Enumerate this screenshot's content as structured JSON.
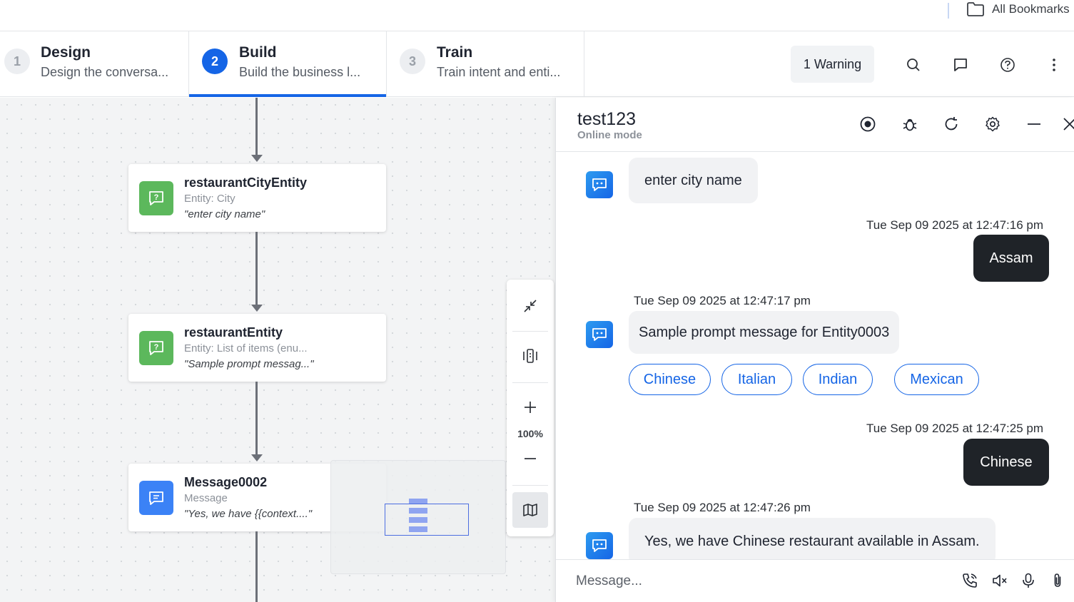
{
  "bookmarks_bar": {
    "label": "All Bookmarks",
    "icon": "folder-icon"
  },
  "steps": [
    {
      "num": "1",
      "title": "Design",
      "subtitle": "Design the conversa..."
    },
    {
      "num": "2",
      "title": "Build",
      "subtitle": "Build the business l..."
    },
    {
      "num": "3",
      "title": "Train",
      "subtitle": "Train intent and enti..."
    }
  ],
  "toolbar": {
    "warning_label": "1 Warning",
    "icons": [
      "search-icon",
      "chat-icon",
      "help-icon",
      "more-vertical-icon"
    ]
  },
  "nodes": [
    {
      "title": "restaurantCityEntity",
      "subtitle": "Entity: City",
      "prompt": "\"enter city name\"",
      "icon": "entity-question-icon",
      "color": "#5cb85c"
    },
    {
      "title": "restaurantEntity",
      "subtitle": "Entity: List of items (enu...",
      "prompt": "\"Sample prompt messag...\"",
      "icon": "entity-question-icon",
      "color": "#5cb85c"
    },
    {
      "title": "Message0002",
      "subtitle": "Message",
      "prompt": "\"Yes, we have {{context....\"",
      "icon": "message-icon",
      "color": "#3b82f6"
    }
  ],
  "zoom": {
    "level": "100%"
  },
  "chat": {
    "title": "test123",
    "mode": "Online mode",
    "header_icons": [
      "record-icon",
      "debug-icon",
      "refresh-icon",
      "settings-icon",
      "minimize-icon",
      "close-icon"
    ],
    "messages": {
      "bot1": "enter city name",
      "ts1": "Tue Sep 09 2025 at 12:47:16 pm",
      "user1": "Assam",
      "ts2": "Tue Sep 09 2025 at 12:47:17 pm",
      "bot2": "Sample prompt message for Entity0003",
      "ts3": "Tue Sep 09 2025 at 12:47:25 pm",
      "user2": "Chinese",
      "ts4": "Tue Sep 09 2025 at 12:47:26 pm",
      "bot3": "Yes, we have Chinese restaurant available in Assam."
    },
    "options": [
      "Chinese",
      "Italian",
      "Indian",
      "Mexican"
    ],
    "composer": {
      "placeholder": "Message...",
      "icons": [
        "call-icon",
        "speaker-mute-icon",
        "mic-icon",
        "attachment-icon"
      ]
    }
  }
}
